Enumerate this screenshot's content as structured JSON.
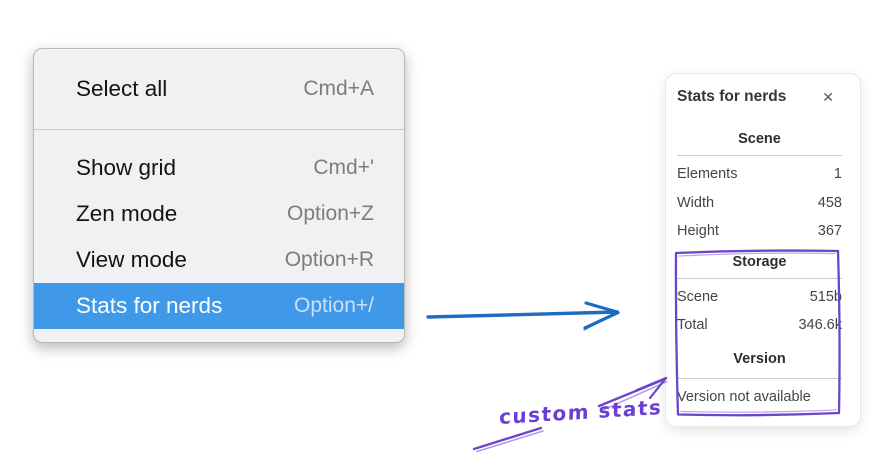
{
  "context_menu": {
    "items": [
      {
        "label": "Select all",
        "shortcut": "Cmd+A"
      },
      {
        "label": "Show grid",
        "shortcut": "Cmd+'"
      },
      {
        "label": "Zen mode",
        "shortcut": "Option+Z"
      },
      {
        "label": "View mode",
        "shortcut": "Option+R"
      },
      {
        "label": "Stats for nerds",
        "shortcut": "Option+/"
      }
    ],
    "selected_item": "Stats for nerds"
  },
  "stats_panel": {
    "title": "Stats for nerds",
    "close_icon": "✕",
    "sections": [
      {
        "header": "Scene",
        "rows": [
          {
            "label": "Elements",
            "value": "1"
          },
          {
            "label": "Width",
            "value": "458"
          },
          {
            "label": "Height",
            "value": "367"
          }
        ]
      },
      {
        "header": "Storage",
        "rows": [
          {
            "label": "Scene",
            "value": "515b"
          },
          {
            "label": "Total",
            "value": "346.6k"
          }
        ]
      },
      {
        "header": "Version",
        "note": "Version not available"
      }
    ]
  },
  "annotation": {
    "label": "custom stats"
  },
  "colors": {
    "menu_highlight": "#3F99E8",
    "flow_arrow_blue": "#1C6DC2",
    "annotation_purple": "#6B46C9",
    "annotation_text": "#6B3FD4"
  }
}
